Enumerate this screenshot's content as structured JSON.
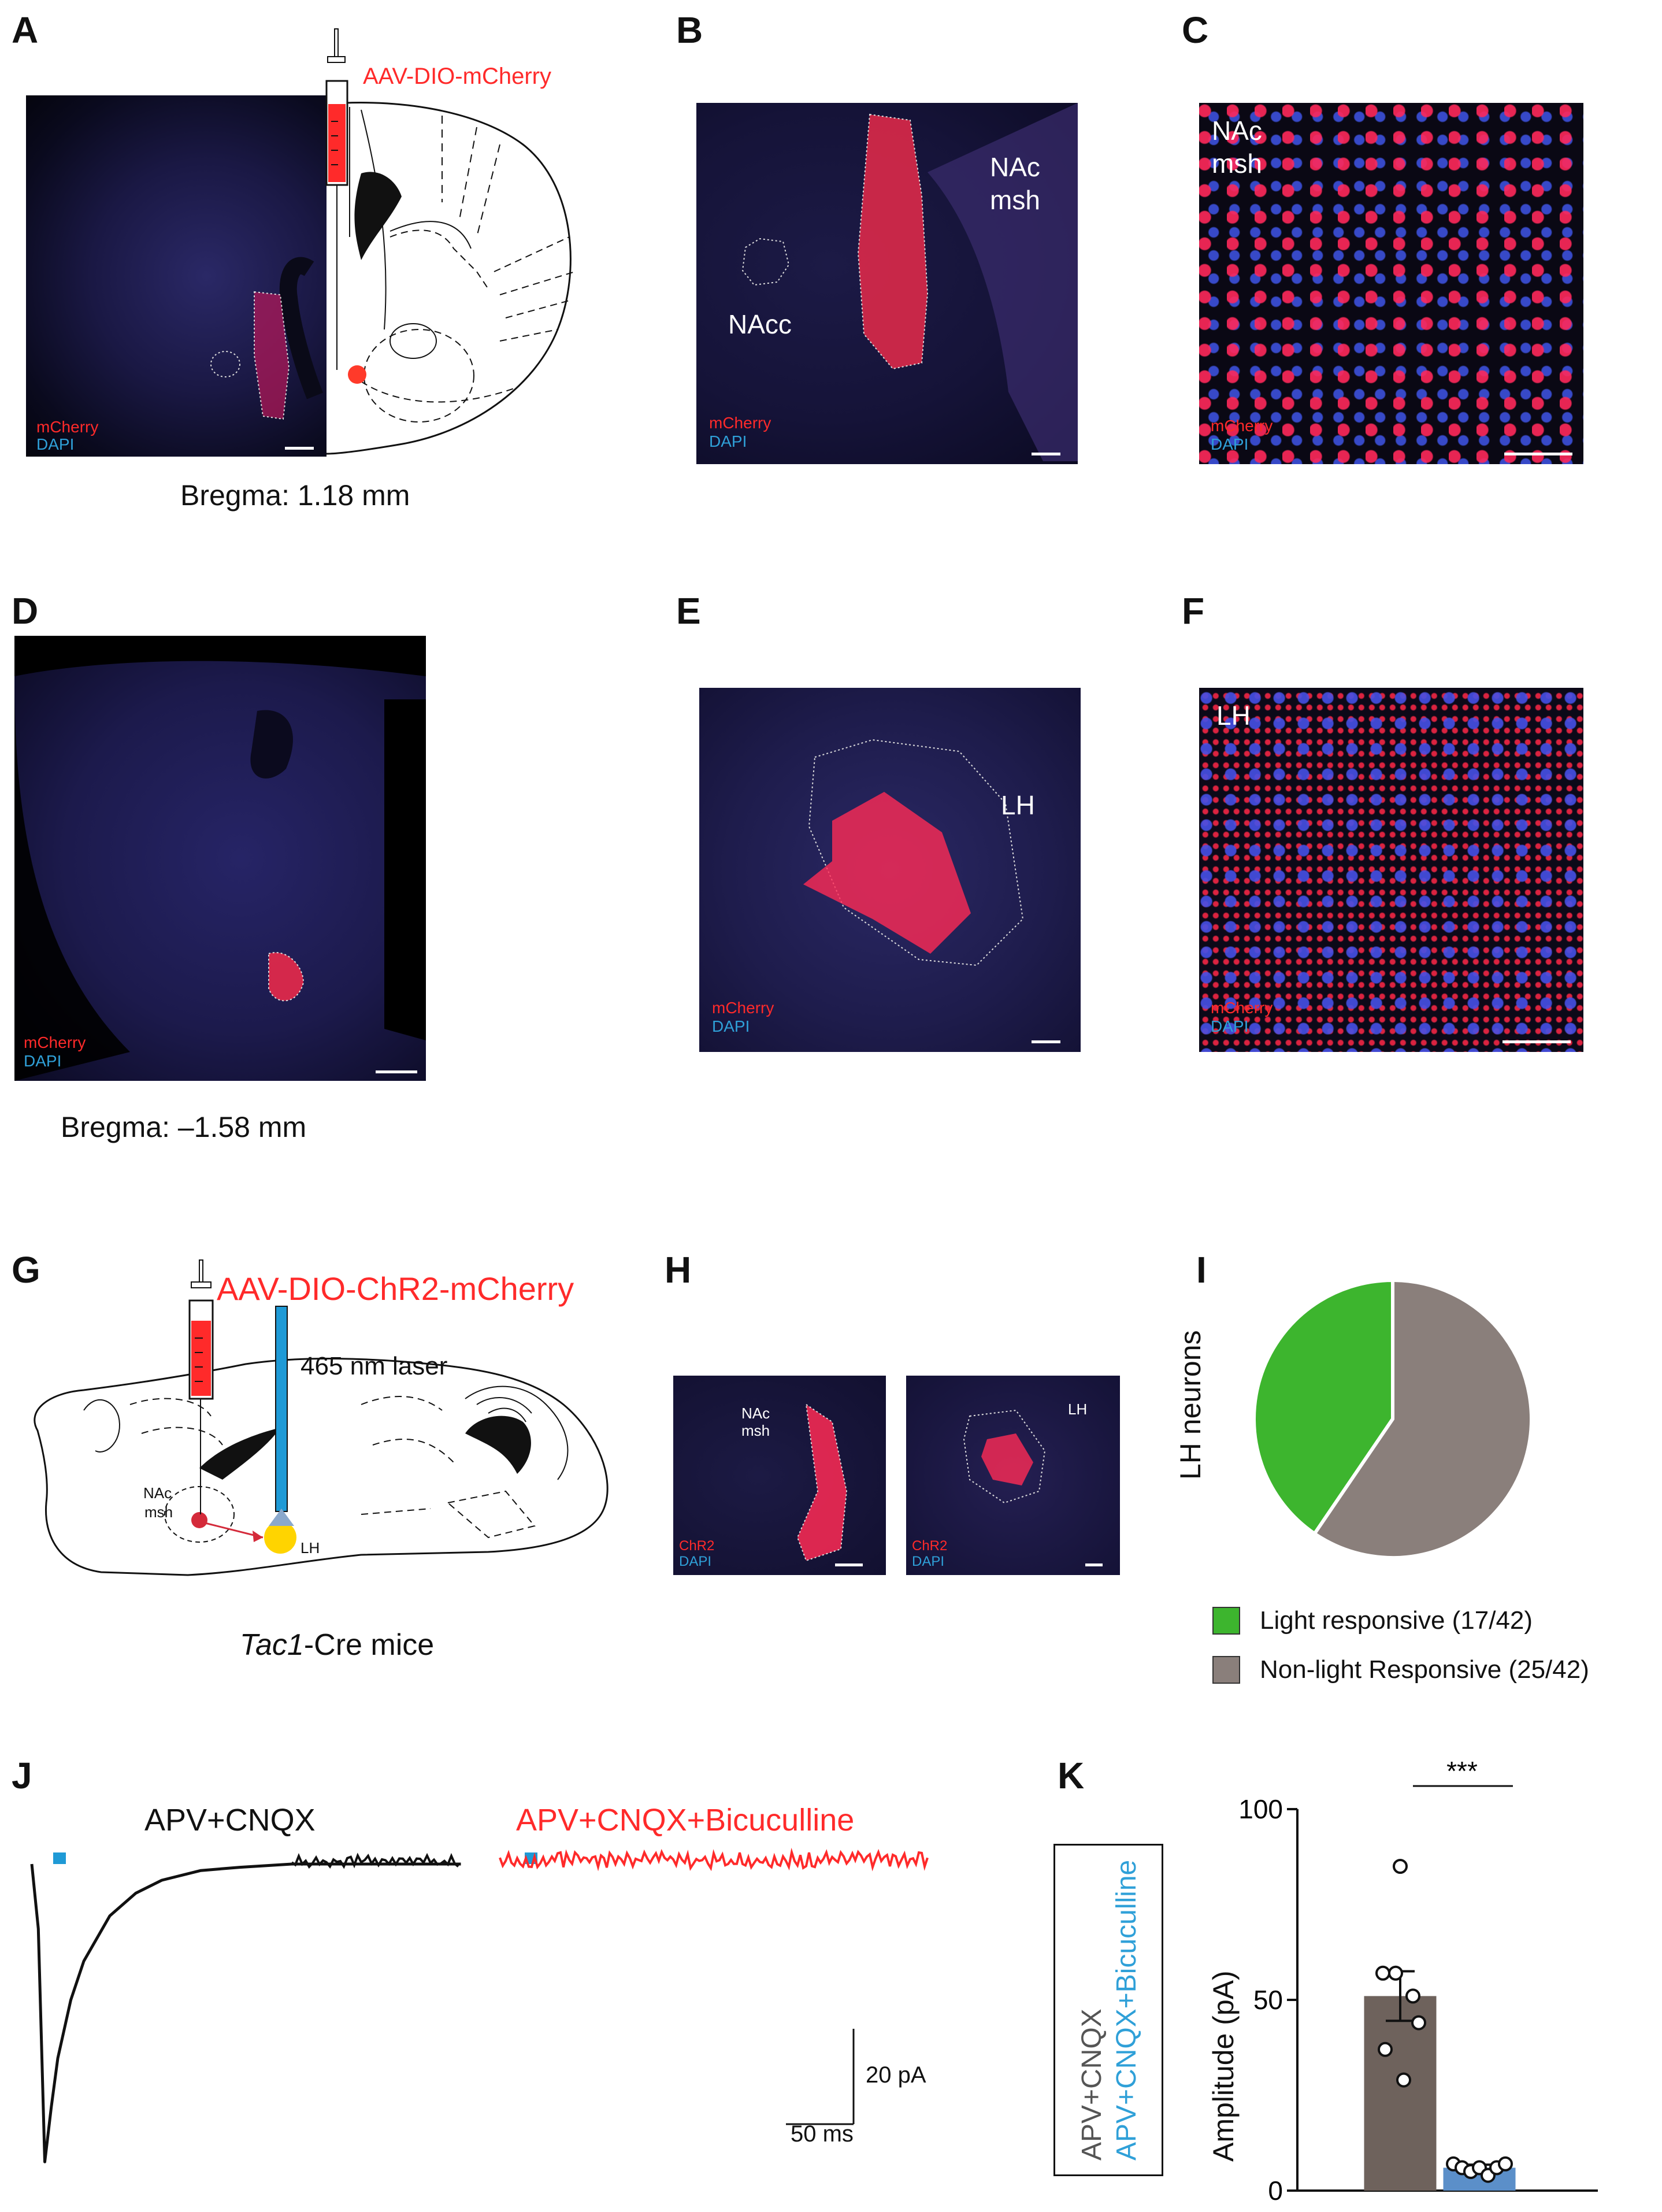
{
  "panels": {
    "A": {
      "letter": "A",
      "virus": "AAV-DIO-mCherry",
      "stain1": "mCherry",
      "stain2": "DAPI",
      "bregma": "Bregma: 1.18 mm"
    },
    "B": {
      "letter": "B",
      "region1_line1": "NAc",
      "region1_line2": "msh",
      "region2": "NAcc",
      "stain1": "mCherry",
      "stain2": "DAPI"
    },
    "C": {
      "letter": "C",
      "region_line1": "NAc",
      "region_line2": "msh",
      "stain1": "mCherry",
      "stain2": "DAPI"
    },
    "D": {
      "letter": "D",
      "stain1": "mCherry",
      "stain2": "DAPI",
      "bregma": "Bregma: –1.58 mm"
    },
    "E": {
      "letter": "E",
      "region": "LH",
      "stain1": "mCherry",
      "stain2": "DAPI"
    },
    "F": {
      "letter": "F",
      "region": "LH",
      "stain1": "mCherry",
      "stain2": "DAPI"
    },
    "G": {
      "letter": "G",
      "virus": "AAV-DIO-ChR2-mCherry",
      "laser": "465 nm laser",
      "region_nac1": "NAc",
      "region_nac2": "msh",
      "region_lh": "LH",
      "mouse_italic": "Tac1",
      "mouse_rest": "-Cre mice"
    },
    "H": {
      "letter": "H",
      "left_region1": "NAc",
      "left_region2": "msh",
      "left_stain1": "ChR2",
      "left_stain2": "DAPI",
      "right_region": "LH",
      "right_stain1": "ChR2",
      "right_stain2": "DAPI"
    },
    "I": {
      "letter": "I"
    },
    "J": {
      "letter": "J",
      "cond1": "APV+CNQX",
      "cond2": "APV+CNQX+Bicuculline",
      "scale_y": "20 pA",
      "scale_x": "50 ms"
    },
    "K": {
      "letter": "K",
      "legend1": "APV+CNQX",
      "legend2": "APV+CNQX+Bicuculline",
      "significance": "***"
    }
  },
  "colors": {
    "mcherry": "#ff2a2a",
    "dapi": "#2fa0d8",
    "light_green": "#3db52e",
    "non_light_gray": "#8a7f7b",
    "bar1": "#6e625c",
    "bar2": "#5b8fc9",
    "laser": "#1f9ad6"
  },
  "chart_data": [
    {
      "type": "pie",
      "ylabel": "LH neurons",
      "labels": [
        "Light responsive (17/42)",
        "Non-light Responsive (25/42)"
      ],
      "values": [
        17,
        25
      ],
      "colors": [
        "#3db52e",
        "#8a7f7b"
      ],
      "legend": "bottom"
    },
    {
      "type": "bar",
      "ylabel": "Amplitude (pA)",
      "categories": [
        "APV+CNQX",
        "APV+CNQX+Bicuculline"
      ],
      "values": [
        51,
        6
      ],
      "errors": [
        6.5,
        0.8
      ],
      "points": [
        [
          85,
          57,
          51,
          44,
          37,
          29,
          57
        ],
        [
          7,
          6,
          5,
          6,
          4,
          6,
          7
        ]
      ],
      "yticks": [
        0,
        50,
        100
      ],
      "ylim": [
        0,
        100
      ],
      "significance": "***"
    },
    {
      "type": "line",
      "title": "",
      "series": [
        {
          "name": "APV+CNQX",
          "x": [
            0,
            5,
            10,
            15,
            20,
            30,
            40,
            60,
            80,
            100,
            130,
            160,
            200,
            250,
            300,
            330
          ],
          "y": [
            0,
            -20,
            -92,
            -75,
            -60,
            -42,
            -30,
            -16,
            -9,
            -5,
            -2,
            -1,
            0,
            0,
            0,
            0
          ]
        },
        {
          "name": "APV+CNQX+Bicuculline",
          "x": [
            0,
            330
          ],
          "y": [
            0,
            0
          ]
        }
      ]
    }
  ]
}
